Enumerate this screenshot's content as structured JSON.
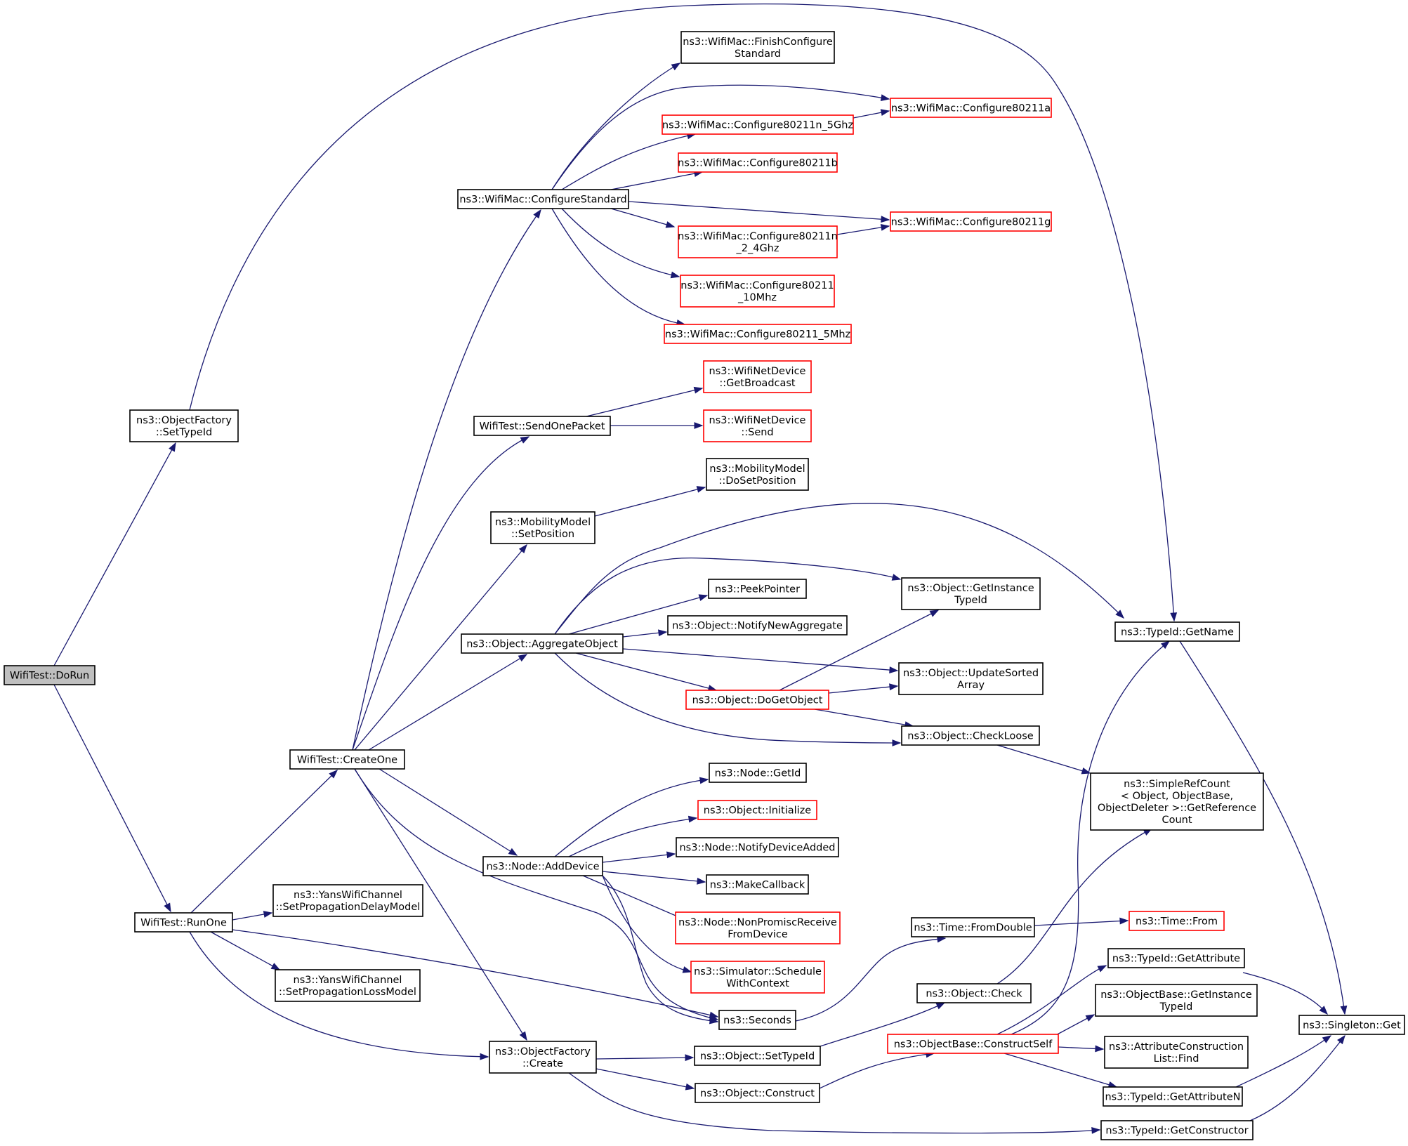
{
  "colors": {
    "edge": "#191970",
    "highlight_border": "#ff0000",
    "root_fill": "#bfbfbf"
  },
  "nodes": {
    "dorun": {
      "lines": [
        "WifiTest::DoRun"
      ],
      "kind": "root"
    },
    "of_settypeid": {
      "lines": [
        "ns3::ObjectFactory",
        "::SetTypeId"
      ]
    },
    "runone": {
      "lines": [
        "WifiTest::RunOne"
      ]
    },
    "createone": {
      "lines": [
        "WifiTest::CreateOne"
      ]
    },
    "yans_delay": {
      "lines": [
        "ns3::YansWifiChannel",
        "::SetPropagationDelayModel"
      ]
    },
    "yans_loss": {
      "lines": [
        "ns3::YansWifiChannel",
        "::SetPropagationLossModel"
      ]
    },
    "configstd": {
      "lines": [
        "ns3::WifiMac::ConfigureStandard"
      ]
    },
    "sendonepacket": {
      "lines": [
        "WifiTest::SendOnePacket"
      ]
    },
    "mm_setpos": {
      "lines": [
        "ns3::MobilityModel",
        "::SetPosition"
      ]
    },
    "aggregate": {
      "lines": [
        "ns3::Object::AggregateObject"
      ]
    },
    "adddevice": {
      "lines": [
        "ns3::Node::AddDevice"
      ]
    },
    "of_create": {
      "lines": [
        "ns3::ObjectFactory",
        "::Create"
      ]
    },
    "finishconfig": {
      "lines": [
        "ns3::WifiMac::FinishConfigure",
        "Standard"
      ]
    },
    "c80211n5": {
      "lines": [
        "ns3::WifiMac::Configure80211n_5Ghz"
      ],
      "kind": "red"
    },
    "c80211b": {
      "lines": [
        "ns3::WifiMac::Configure80211b"
      ],
      "kind": "red"
    },
    "c80211n24": {
      "lines": [
        "ns3::WifiMac::Configure80211n",
        "_2_4Ghz"
      ],
      "kind": "red"
    },
    "c10mhz": {
      "lines": [
        "ns3::WifiMac::Configure80211",
        "_10Mhz"
      ],
      "kind": "red"
    },
    "c5mhz": {
      "lines": [
        "ns3::WifiMac::Configure80211_5Mhz"
      ],
      "kind": "red"
    },
    "c80211a": {
      "lines": [
        "ns3::WifiMac::Configure80211a"
      ],
      "kind": "red"
    },
    "c80211g": {
      "lines": [
        "ns3::WifiMac::Configure80211g"
      ],
      "kind": "red"
    },
    "getbroadcast": {
      "lines": [
        "ns3::WifiNetDevice",
        "::GetBroadcast"
      ],
      "kind": "red"
    },
    "send": {
      "lines": [
        "ns3::WifiNetDevice",
        "::Send"
      ],
      "kind": "red"
    },
    "dosetpos": {
      "lines": [
        "ns3::MobilityModel",
        "::DoSetPosition"
      ]
    },
    "peekpointer": {
      "lines": [
        "ns3::PeekPointer"
      ]
    },
    "notifynewagg": {
      "lines": [
        "ns3::Object::NotifyNewAggregate"
      ]
    },
    "dogetobject": {
      "lines": [
        "ns3::Object::DoGetObject"
      ],
      "kind": "red"
    },
    "getinsttypeid": {
      "lines": [
        "ns3::Object::GetInstance",
        "TypeId"
      ]
    },
    "updatesorted": {
      "lines": [
        "ns3::Object::UpdateSorted",
        "Array"
      ]
    },
    "checkloose": {
      "lines": [
        "ns3::Object::CheckLoose"
      ]
    },
    "getid": {
      "lines": [
        "ns3::Node::GetId"
      ]
    },
    "initialize": {
      "lines": [
        "ns3::Object::Initialize"
      ],
      "kind": "red"
    },
    "notifydevadded": {
      "lines": [
        "ns3::Node::NotifyDeviceAdded"
      ]
    },
    "makecallback": {
      "lines": [
        "ns3::MakeCallback"
      ]
    },
    "nonpromisc": {
      "lines": [
        "ns3::Node::NonPromiscReceive",
        "FromDevice"
      ],
      "kind": "red"
    },
    "schedctx": {
      "lines": [
        "ns3::Simulator::Schedule",
        "WithContext"
      ],
      "kind": "red"
    },
    "seconds": {
      "lines": [
        "ns3::Seconds"
      ]
    },
    "obj_settypeid": {
      "lines": [
        "ns3::Object::SetTypeId"
      ]
    },
    "obj_construct": {
      "lines": [
        "ns3::Object::Construct"
      ]
    },
    "typeid_getname": {
      "lines": [
        "ns3::TypeId::GetName"
      ]
    },
    "simplerefcount": {
      "lines": [
        "ns3::SimpleRefCount",
        "< Object, ObjectBase,",
        "ObjectDeleter >::GetReference",
        "Count"
      ]
    },
    "fromdouble": {
      "lines": [
        "ns3::Time::FromDouble"
      ]
    },
    "time_from": {
      "lines": [
        "ns3::Time::From"
      ],
      "kind": "red"
    },
    "obj_check": {
      "lines": [
        "ns3::Object::Check"
      ]
    },
    "constructself": {
      "lines": [
        "ns3::ObjectBase::ConstructSelf"
      ],
      "kind": "red"
    },
    "tid_getattr": {
      "lines": [
        "ns3::TypeId::GetAttribute"
      ]
    },
    "ob_getinsttypeid": {
      "lines": [
        "ns3::ObjectBase::GetInstance",
        "TypeId"
      ]
    },
    "attrconslist": {
      "lines": [
        "ns3::AttributeConstruction",
        "List::Find"
      ]
    },
    "tid_getattrn": {
      "lines": [
        "ns3::TypeId::GetAttributeN"
      ]
    },
    "tid_getctor": {
      "lines": [
        "ns3::TypeId::GetConstructor"
      ]
    },
    "singleton_get": {
      "lines": [
        "ns3::Singleton::Get"
      ]
    }
  },
  "edges": [
    [
      "dorun",
      "of_settypeid"
    ],
    [
      "dorun",
      "runone"
    ],
    [
      "of_settypeid",
      "typeid_getname"
    ],
    [
      "runone",
      "createone"
    ],
    [
      "runone",
      "yans_delay"
    ],
    [
      "runone",
      "yans_loss"
    ],
    [
      "runone",
      "seconds"
    ],
    [
      "runone",
      "of_create"
    ],
    [
      "createone",
      "configstd"
    ],
    [
      "createone",
      "sendonepacket"
    ],
    [
      "createone",
      "mm_setpos"
    ],
    [
      "createone",
      "aggregate"
    ],
    [
      "createone",
      "adddevice"
    ],
    [
      "createone",
      "of_create"
    ],
    [
      "createone",
      "seconds"
    ],
    [
      "configstd",
      "finishconfig"
    ],
    [
      "configstd",
      "c80211a"
    ],
    [
      "configstd",
      "c80211n5"
    ],
    [
      "configstd",
      "c80211b"
    ],
    [
      "configstd",
      "c80211g"
    ],
    [
      "configstd",
      "c80211n24"
    ],
    [
      "configstd",
      "c10mhz"
    ],
    [
      "configstd",
      "c5mhz"
    ],
    [
      "c80211n5",
      "c80211a"
    ],
    [
      "c80211n24",
      "c80211g"
    ],
    [
      "sendonepacket",
      "getbroadcast"
    ],
    [
      "sendonepacket",
      "send"
    ],
    [
      "mm_setpos",
      "dosetpos"
    ],
    [
      "aggregate",
      "typeid_getname"
    ],
    [
      "aggregate",
      "getinsttypeid"
    ],
    [
      "aggregate",
      "peekpointer"
    ],
    [
      "aggregate",
      "notifynewagg"
    ],
    [
      "aggregate",
      "updatesorted"
    ],
    [
      "aggregate",
      "dogetobject"
    ],
    [
      "aggregate",
      "checkloose"
    ],
    [
      "dogetobject",
      "getinsttypeid"
    ],
    [
      "dogetobject",
      "updatesorted"
    ],
    [
      "dogetobject",
      "checkloose"
    ],
    [
      "checkloose",
      "simplerefcount"
    ],
    [
      "adddevice",
      "getid"
    ],
    [
      "adddevice",
      "initialize"
    ],
    [
      "adddevice",
      "notifydevadded"
    ],
    [
      "adddevice",
      "makecallback"
    ],
    [
      "adddevice",
      "nonpromisc"
    ],
    [
      "adddevice",
      "schedctx"
    ],
    [
      "adddevice",
      "seconds"
    ],
    [
      "seconds",
      "fromdouble"
    ],
    [
      "fromdouble",
      "time_from"
    ],
    [
      "of_create",
      "obj_settypeid"
    ],
    [
      "of_create",
      "obj_construct"
    ],
    [
      "of_create",
      "tid_getctor"
    ],
    [
      "obj_settypeid",
      "obj_check"
    ],
    [
      "obj_check",
      "simplerefcount"
    ],
    [
      "obj_construct",
      "constructself"
    ],
    [
      "constructself",
      "typeid_getname"
    ],
    [
      "constructself",
      "tid_getattr"
    ],
    [
      "constructself",
      "ob_getinsttypeid"
    ],
    [
      "constructself",
      "attrconslist"
    ],
    [
      "constructself",
      "tid_getattrn"
    ],
    [
      "typeid_getname",
      "singleton_get"
    ],
    [
      "tid_getattr",
      "singleton_get"
    ],
    [
      "tid_getattrn",
      "singleton_get"
    ],
    [
      "tid_getctor",
      "singleton_get"
    ]
  ]
}
